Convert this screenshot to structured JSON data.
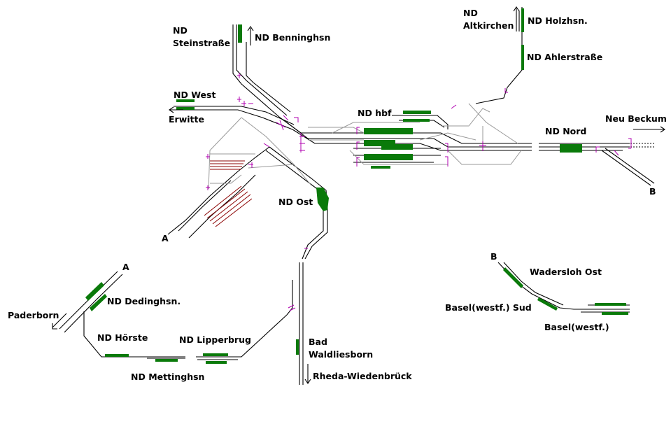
{
  "diagram": {
    "labels": {
      "nd_steinstrasse_1": "ND",
      "nd_steinstrasse_2": "Steinstraße",
      "nd_benninghsn": "ND Benninghsn",
      "nd_west": "ND West",
      "erwitte": "Erwitte",
      "nd_altkirchen_1": "ND",
      "nd_altkirchen_2": "Altkirchen",
      "nd_holzhsn": "ND Holzhsn.",
      "nd_ahlerstrasse": "ND Ahlerstraße",
      "nd_hbf": "ND hbf",
      "neu_beckum": "Neu Beckum",
      "nd_nord": "ND Nord",
      "point_b_north": "B",
      "nd_ost": "ND Ost",
      "point_a_west": "A",
      "point_a_south": "A",
      "nd_dedinghsn": "ND Dedinghsn.",
      "paderborn": "Paderborn",
      "nd_horste": "ND Hörste",
      "nd_lipperbrug": "ND Lipperbrug",
      "nd_mettinghsn": "ND Mettinghsn",
      "bad_waldliesborn_1": "Bad",
      "bad_waldliesborn_2": "Waldliesborn",
      "rheda_wiedenbruck": "Rheda-Wiedenbrück",
      "point_b_east": "B",
      "wadersloh_ost": "Wadersloh Ost",
      "basel_westf_sud": "Basel(westf.) Sud",
      "basel_westf": "Basel(westf.)"
    },
    "colors": {
      "platform": "#0a7a0a",
      "track": "#000000",
      "yard_track": "#9a9a9a",
      "signal": "#b000b0",
      "siding": "#8b0000"
    }
  }
}
